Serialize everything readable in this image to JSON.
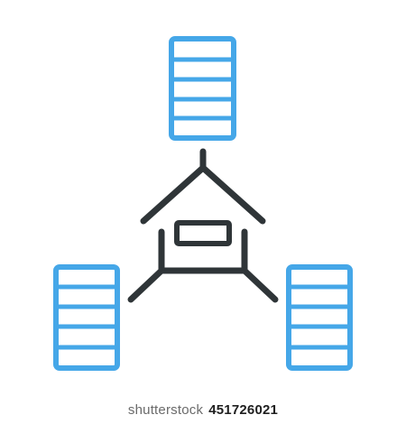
{
  "colors": {
    "server_outline": "#45A7E8",
    "house_outline": "#2F3538",
    "background": "#FFFFFF"
  },
  "icons": {
    "servers": [
      "server-top-icon",
      "server-left-icon",
      "server-right-icon"
    ],
    "center": "house-icon"
  },
  "footer": {
    "brand": "shutterstock",
    "id": "451726021",
    "logo_text": "shutterstock"
  }
}
